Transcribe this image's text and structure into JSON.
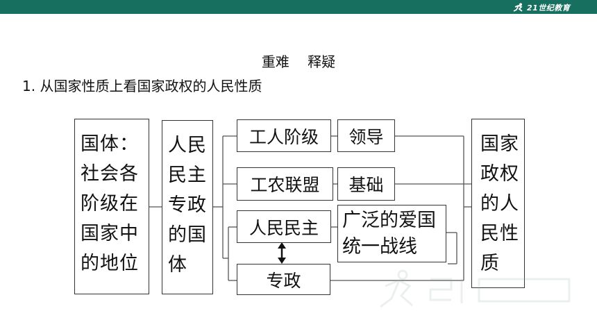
{
  "brand": {
    "logo_text": "21世纪教育"
  },
  "section_heading": {
    "left": "重难",
    "right": "释疑"
  },
  "question": {
    "number": "1.",
    "text": "从国家性质上看国家政权的人民性质"
  },
  "diagram": {
    "guoti": [
      "国体：",
      "社会各",
      "阶级在",
      "国家中",
      "的地位"
    ],
    "minzhu": [
      "人民",
      "民主",
      "专政",
      "的国",
      "体"
    ],
    "workers": "工人阶级",
    "lead": "领导",
    "alliance": "工农联盟",
    "basis": "基础",
    "people_democracy": "人民民主",
    "front": [
      "广泛的爱国",
      "统一战线"
    ],
    "dictatorship": "专政",
    "result": [
      "国家",
      "政权",
      "的人",
      "民性",
      "质"
    ]
  }
}
